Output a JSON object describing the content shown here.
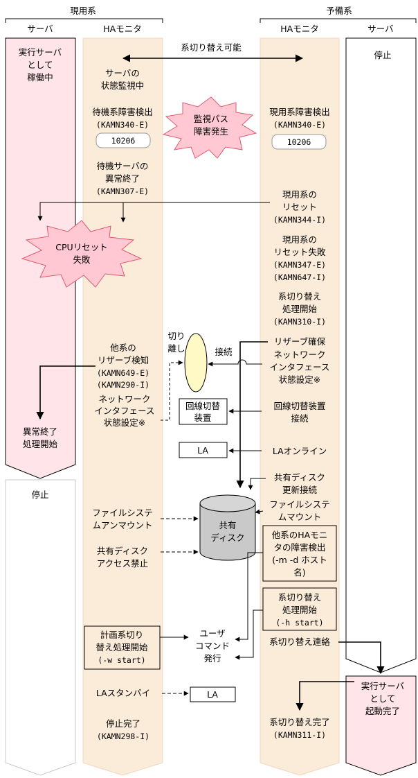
{
  "colors": {
    "col_fill": "#fbebd9",
    "col_stroke": "#f0d8bf",
    "pink_fill": "#ffe4ea",
    "burst_fill": "#ffc8d2",
    "disk_fill": "#c9c9c9",
    "ellipse_fill": "#fff9c6"
  },
  "headers": {
    "left_group": "現用系",
    "right_group": "予備系",
    "server": "サーバ",
    "ha_monitor": "HAモニタ",
    "server_right": "サーバ",
    "ha_monitor_right": "HAモニタ"
  },
  "top": {
    "switch_possible": "系切り替え可能"
  },
  "left_server": {
    "running": [
      "実行サーバ",
      "として",
      "稼働中"
    ],
    "abend": [
      "異常終了",
      "処理開始"
    ],
    "stopped": "停止"
  },
  "right_server": {
    "stopped": "停止",
    "start_done": [
      "実行サーバ",
      "として",
      "起動完了"
    ]
  },
  "bursts": {
    "monitor_path_fault": [
      "監視パス",
      "障害発生"
    ],
    "cpu_reset_fail": [
      "CPUリセット",
      "失敗"
    ]
  },
  "left_ha": {
    "server_monitoring": [
      "サーバの",
      "状態監視中"
    ],
    "standby_fault": [
      "待機系障害検出",
      "(KAMN340-E)"
    ],
    "code": "10206",
    "standby_abend": [
      "待機サーバの",
      "異常終了",
      "(KAMN307-E)"
    ],
    "reserve_detect": [
      "他系の",
      "リザーブ検知",
      "(KAMN649-E)",
      "(KAMN290-I)"
    ],
    "net_if": [
      "ネットワーク",
      "インタフェース",
      "状態設定※"
    ],
    "fs_unmount": [
      "ファイルシステ",
      "ムアンマウント"
    ],
    "disk_access_deny": [
      "共有ディスク",
      "アクセス禁止"
    ],
    "planned_switch": [
      "計画系切り",
      "替え処理開始",
      "(-w start)"
    ],
    "la_standby": "LAスタンバイ",
    "stop_done": [
      "停止完了",
      "(KAMN298-I)"
    ]
  },
  "right_ha": {
    "active_fault": [
      "現用系障害検出",
      "(KAMN340-E)"
    ],
    "code": "10206",
    "active_reset": [
      "現用系の",
      "リセット",
      "(KAMN344-I)"
    ],
    "reset_fail": [
      "現用系の",
      "リセット失敗",
      "(KAMN347-E)",
      "(KAMN647-I)"
    ],
    "switch_start": [
      "系切り替え",
      "処理開始",
      "(KAMN310-I)"
    ],
    "reserve_ok": "リザーブ確保",
    "net_if": [
      "ネットワーク",
      "インタフェース",
      "状態設定※"
    ],
    "line_switch_connect": [
      "回線切替装置",
      "接続"
    ],
    "la_online": "LAオンライン",
    "disk_reconnect": [
      "共有ディスク",
      "更新接続"
    ],
    "fs_mount": [
      "ファイルシステ",
      "ムマウント"
    ],
    "other_ha_fault": [
      "他系のHAモニ",
      "タの障害検出",
      "(-m -d ホスト",
      "名)"
    ],
    "switch_start_h": [
      "系切り替え",
      "処理開始",
      "(-h start)"
    ],
    "switch_contact": "系切り替え連絡",
    "switch_done": [
      "系切り替え完了",
      "(KAMN311-I)"
    ]
  },
  "center": {
    "separate": [
      "切り",
      "離し"
    ],
    "connect": "接続",
    "line_switch_device": [
      "回線切替",
      "装置"
    ],
    "la1": "LA",
    "la2": "LA",
    "shared_disk": [
      "共有",
      "ディスク"
    ],
    "user_command": [
      "ユーザ",
      "コマンド",
      "発行"
    ]
  }
}
